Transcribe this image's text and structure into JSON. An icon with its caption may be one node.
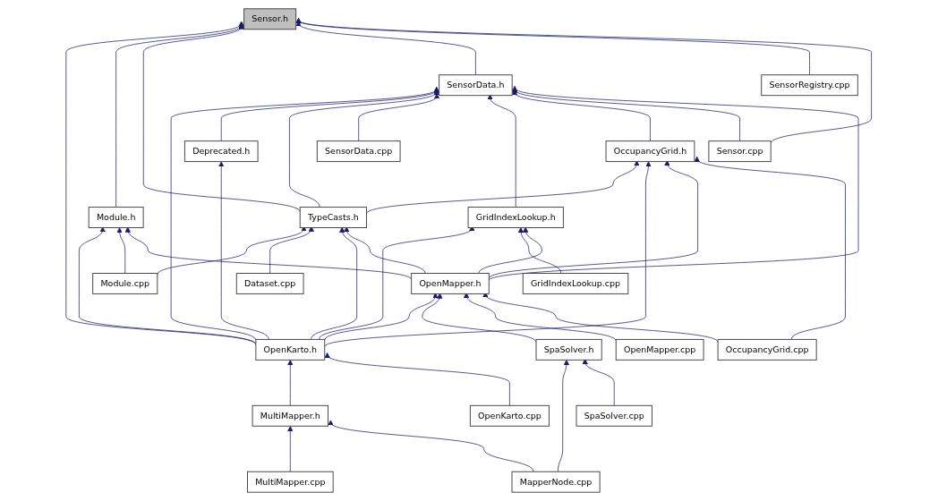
{
  "diagram": {
    "nodes": [
      {
        "text": [
          "Sensor.h"
        ]
      },
      {
        "text": [
          "SensorData.h"
        ]
      },
      {
        "text": [
          "SensorRegistry.cpp"
        ]
      },
      {
        "text": [
          "SensorData.cpp"
        ]
      },
      {
        "text": [
          "OccupancyGrid.h"
        ]
      },
      {
        "text": [
          "Sensor.cpp"
        ]
      },
      {
        "text": [
          "Deprecated.h"
        ]
      },
      {
        "text": [
          "Module.h"
        ]
      },
      {
        "text": [
          "TypeCasts.h"
        ]
      },
      {
        "text": [
          "GridIndexLookup.h"
        ]
      },
      {
        "text": [
          "Module.cpp"
        ]
      },
      {
        "text": [
          "Dataset.cpp"
        ]
      },
      {
        "text": [
          "GridIndexLookup.cpp"
        ]
      },
      {
        "text": [
          "OpenMapper.h"
        ]
      },
      {
        "text": [
          "OpenKarto.h"
        ]
      },
      {
        "text": [
          "SpaSolver.h"
        ]
      },
      {
        "text": [
          "OpenMapper.cpp"
        ]
      },
      {
        "text": [
          "OccupancyGrid.cpp"
        ]
      },
      {
        "text": [
          "MultiMapper.h"
        ]
      },
      {
        "text": [
          "OpenKarto.cpp"
        ]
      },
      {
        "text": [
          "SpaSolver.cpp"
        ]
      },
      {
        "text": [
          "MultiMapper.cpp"
        ]
      },
      {
        "text": [
          "MapperNode.cpp"
        ]
      }
    ],
    "edges": [
      {
        "from": 14,
        "to": 0,
        "arrow": "to"
      },
      {
        "from": 7,
        "to": 0,
        "arrow": "to"
      },
      {
        "from": 8,
        "to": 0,
        "arrow": "to"
      },
      {
        "from": 1,
        "to": 0,
        "arrow": "to"
      },
      {
        "from": 2,
        "to": 0,
        "arrow": "to"
      },
      {
        "from": 5,
        "to": 0,
        "arrow": "to"
      },
      {
        "from": 14,
        "to": 1,
        "arrow": "to"
      },
      {
        "from": 6,
        "to": 1,
        "arrow": "to"
      },
      {
        "from": 8,
        "to": 1,
        "arrow": "to"
      },
      {
        "from": 3,
        "to": 1,
        "arrow": "to"
      },
      {
        "from": 9,
        "to": 1,
        "arrow": "to"
      },
      {
        "from": 4,
        "to": 1,
        "arrow": "to"
      },
      {
        "from": 5,
        "to": 1,
        "arrow": "to"
      },
      {
        "from": 13,
        "to": 1,
        "arrow": "to"
      },
      {
        "from": 8,
        "to": 4,
        "arrow": "to"
      },
      {
        "from": 14,
        "to": 4,
        "arrow": "to"
      },
      {
        "from": 13,
        "to": 4,
        "arrow": "to"
      },
      {
        "from": 17,
        "to": 4,
        "arrow": "to"
      },
      {
        "from": 14,
        "to": 6,
        "arrow": "to"
      },
      {
        "from": 14,
        "to": 7,
        "arrow": "to"
      },
      {
        "from": 10,
        "to": 7,
        "arrow": "to"
      },
      {
        "from": 13,
        "to": 7,
        "arrow": "to"
      },
      {
        "from": 10,
        "to": 8,
        "arrow": "to"
      },
      {
        "from": 11,
        "to": 8,
        "arrow": "to"
      },
      {
        "from": 14,
        "to": 8,
        "arrow": "to"
      },
      {
        "from": 13,
        "to": 8,
        "arrow": "to"
      },
      {
        "from": 14,
        "to": 9,
        "arrow": "to"
      },
      {
        "from": 12,
        "to": 9,
        "arrow": "to"
      },
      {
        "from": 13,
        "to": 9,
        "arrow": "to"
      },
      {
        "from": 14,
        "to": 13,
        "arrow": "to"
      },
      {
        "from": 15,
        "to": 13,
        "arrow": "to"
      },
      {
        "from": 16,
        "to": 13,
        "arrow": "to"
      },
      {
        "from": 17,
        "to": 13,
        "arrow": "to"
      },
      {
        "from": 18,
        "to": 14,
        "arrow": "to"
      },
      {
        "from": 19,
        "to": 14,
        "arrow": "to"
      },
      {
        "from": 22,
        "to": 15,
        "arrow": "to"
      },
      {
        "from": 20,
        "to": 15,
        "arrow": "to"
      },
      {
        "from": 21,
        "to": 18,
        "arrow": "to"
      },
      {
        "from": 22,
        "to": 18,
        "arrow": "to"
      }
    ]
  }
}
